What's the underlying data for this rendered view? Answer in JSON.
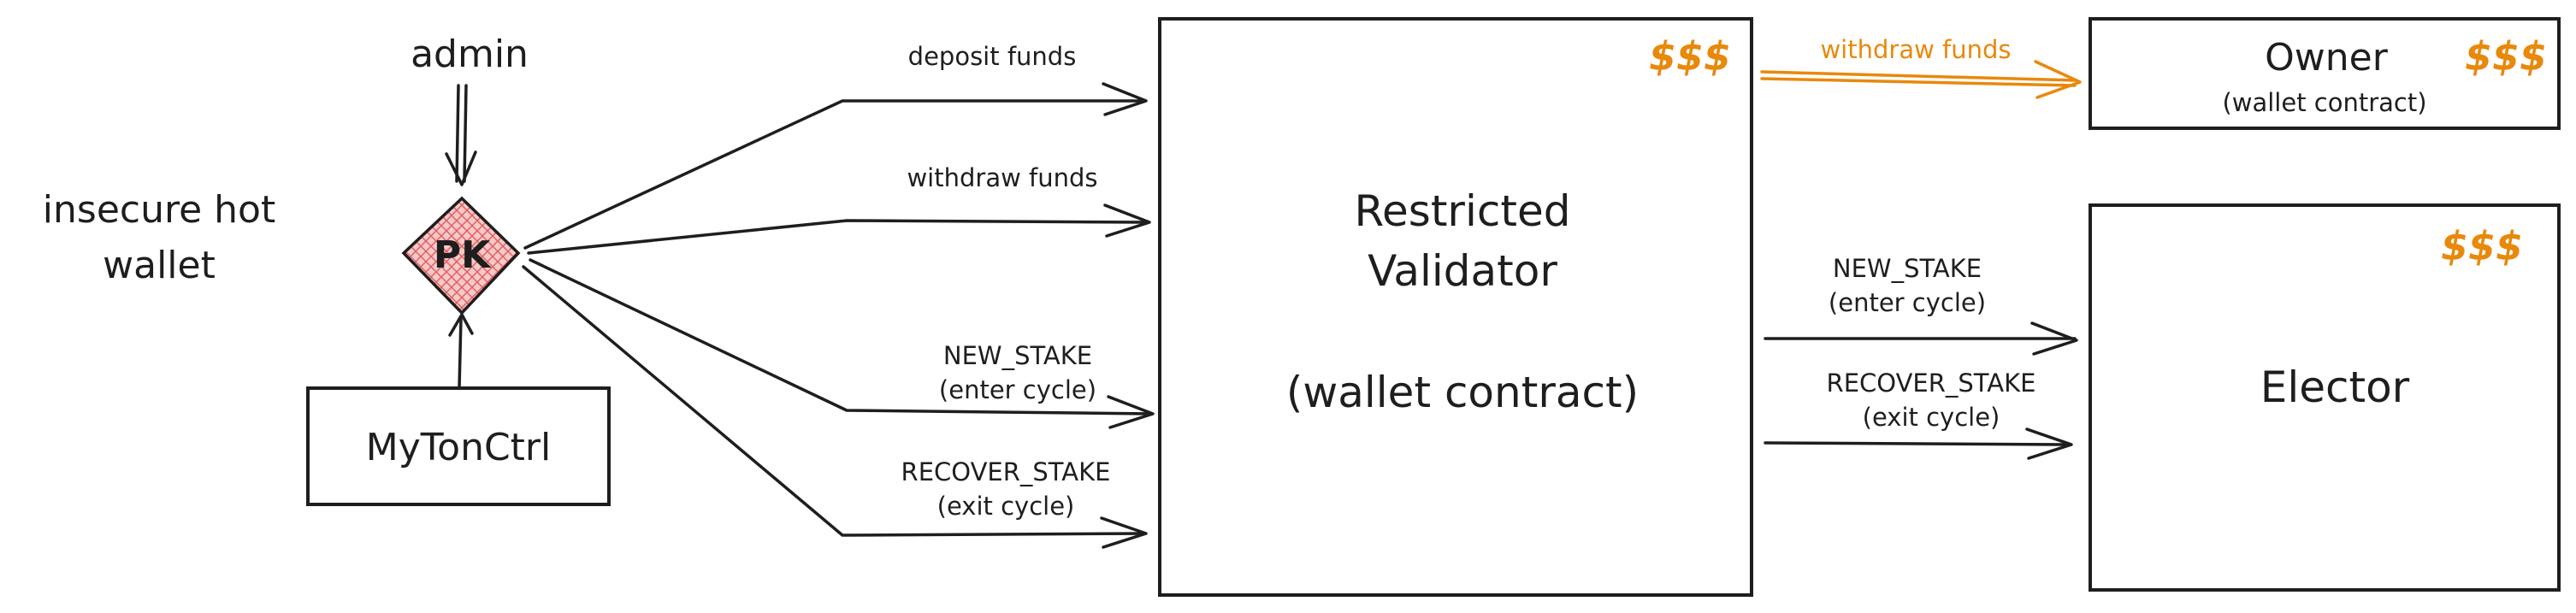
{
  "colors": {
    "ink": "#1e1e1e",
    "accent": "#e8890c",
    "pk_fill": "#f4b6b6",
    "pk_hatch": "#e35b5b"
  },
  "labels": {
    "admin": "admin",
    "insecure_line1": "insecure hot",
    "insecure_line2": "wallet",
    "pk": "PK",
    "mytonctrl": "MyTonCtrl",
    "validator_line1": "Restricted",
    "validator_line2": "Validator",
    "validator_line3": "(wallet contract)",
    "owner_title": "Owner",
    "owner_sub": "(wallet contract)",
    "elector": "Elector",
    "money": "$$$"
  },
  "edges": {
    "deposit": "deposit funds",
    "withdraw_left": "withdraw funds",
    "new_stake_left_1": "NEW_STAKE",
    "new_stake_left_2": "(enter cycle)",
    "recover_left_1": "RECOVER_STAKE",
    "recover_left_2": "(exit cycle)",
    "withdraw_owner": "withdraw funds",
    "new_stake_right_1": "NEW_STAKE",
    "new_stake_right_2": "(enter cycle)",
    "recover_right_1": "RECOVER_STAKE",
    "recover_right_2": "(exit cycle)"
  }
}
